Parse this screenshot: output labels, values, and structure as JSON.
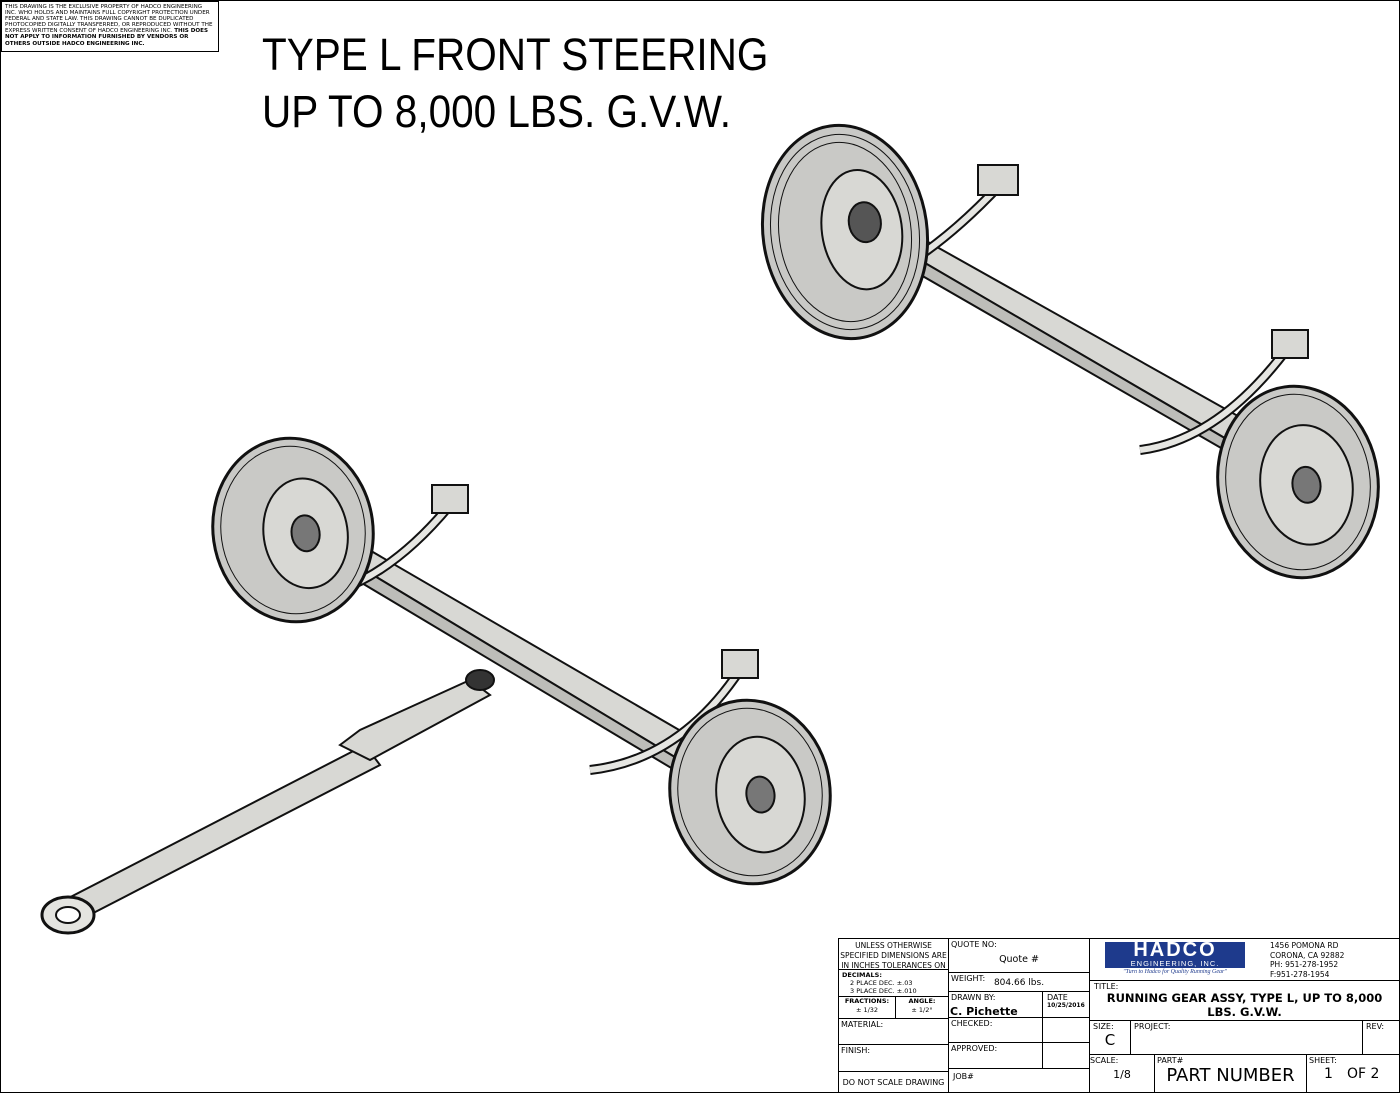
{
  "notice": {
    "text": "This drawing is the exclusive property of HADCO Engineering Inc. who holds and maintains full copyright protection under federal and state law. This drawing cannot be duplicated photocopied digitally transferred, or reproduced without the express written consent of HADCO Engineering Inc.",
    "bold": "This does not apply to information furnished by vendors or others outside HADCO Engineering Inc."
  },
  "headline": {
    "line1": "TYPE L FRONT STEERING",
    "line2": "UP TO 8,000 LBS. G.V.W."
  },
  "title_block": {
    "tolerance_header": "UNLESS OTHERWISE SPECIFIED DIMENSIONS ARE IN INCHES TOLERANCES ON",
    "decimals_label": "DECIMALS:",
    "decimals_2": "2 PLACE DEC. ±.03",
    "decimals_3": "3 PLACE DEC. ±.010",
    "fractions_label": "FRACTIONS:",
    "fractions_value": "± 1/32",
    "angle_label": "ANGLE:",
    "angle_value": "± 1/2°",
    "material_label": "MATERIAL:",
    "finish_label": "FINISH:",
    "do_not_scale": "DO NOT SCALE DRAWING",
    "quote_label": "QUOTE NO:",
    "quote_value": "Quote #",
    "weight_label": "WEIGHT:",
    "weight_value": "804.66 lbs.",
    "drawn_by_label": "DRAWN BY:",
    "drawn_by_value": "C. Pichette",
    "date_label": "DATE",
    "date_value": "10/25/2016",
    "checked_label": "CHECKED:",
    "approved_label": "APPROVED:",
    "job_label": "JOB#",
    "logo_main": "HADCO",
    "logo_sub": "ENGINEERING, INC.",
    "slogan": "\"Turn to Hadco for Quality Running Gear\"",
    "address": [
      "1456 POMONA RD",
      "CORONA, CA 92882",
      "PH: 951-278-1952",
      "F:951-278-1954"
    ],
    "title_label": "TITLE:",
    "title_line1": "RUNNING GEAR ASSY, TYPE L, UP TO 8,000",
    "title_line2": "LBS. G.V.W.",
    "size_label": "SIZE:",
    "size_value": "C",
    "project_label": "PROJECT:",
    "rev_label": "REV:",
    "scale_label": "SCALE:",
    "scale_value": "1/8",
    "part_label": "PART#",
    "part_value": "PART NUMBER",
    "sheet_label": "SHEET:",
    "sheet_value": "1",
    "sheet_of": "OF 2"
  },
  "colors": {
    "logo": "#1e3a8c",
    "metal": "#d8d8d4",
    "tire": "#c9c9c6"
  }
}
